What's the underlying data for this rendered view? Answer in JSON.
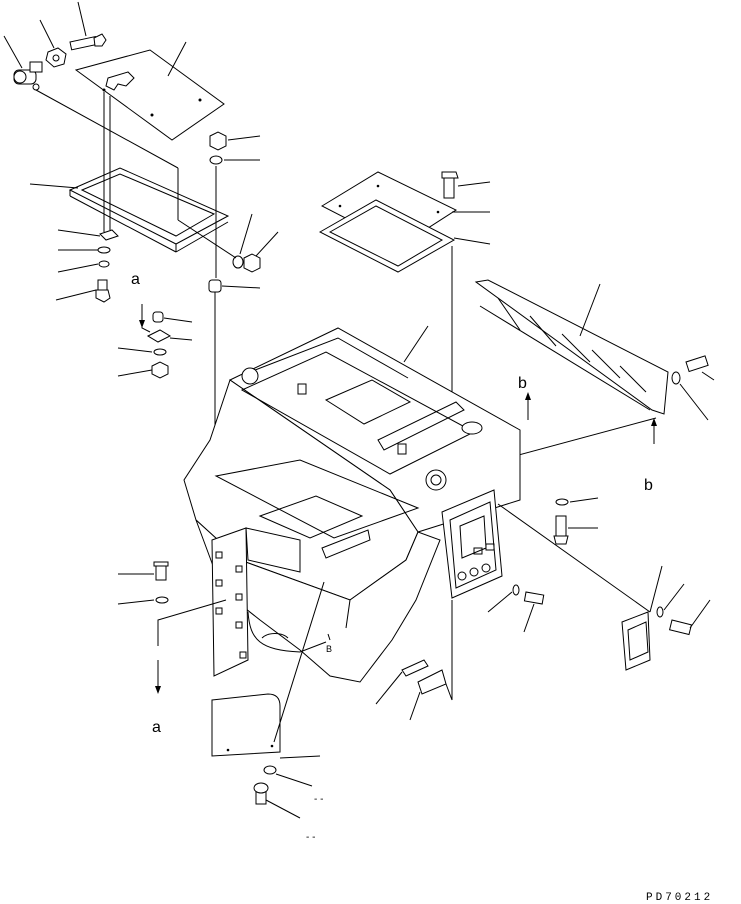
{
  "drawing_code": "PD70212",
  "view_labels": {
    "a_top": "a",
    "a_bottom": "a",
    "b_top": "b",
    "b_right": "b",
    "small_b": "B"
  },
  "dash_marks": [
    "- -",
    "- -"
  ]
}
